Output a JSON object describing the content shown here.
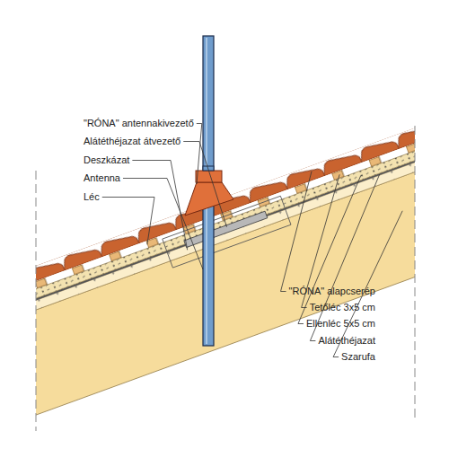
{
  "diagram": {
    "labels": [
      "\"RÓNA\" antennakivezető",
      "Alátéthéjazat átvezető",
      "Deszkázat",
      "Antenna",
      "Léc",
      "\"RÓNA\" alapcserép",
      "Tetőléc 3x5 cm",
      "Ellenléc 5x5 cm",
      "Alátéthéjazat",
      "Szarufa"
    ]
  }
}
